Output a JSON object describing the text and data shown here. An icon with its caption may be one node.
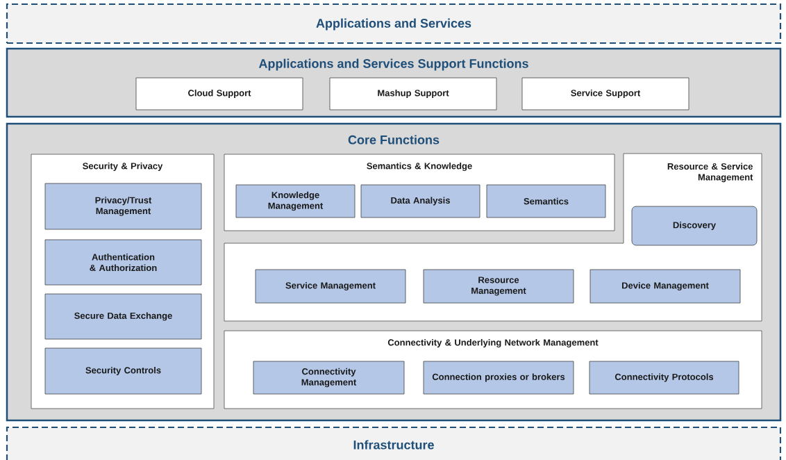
{
  "diagram": {
    "nodes": [
      {
        "text": [
          "Applications and Services"
        ]
      },
      {
        "text": [
          "Applications and Services Support Functions"
        ]
      },
      {
        "text": [
          "Cloud Support"
        ],
        "in": 1
      },
      {
        "text": [
          "Mashup Support"
        ],
        "in": 1
      },
      {
        "text": [
          "Service Support"
        ],
        "in": 1
      },
      {
        "text": [
          "Core Functions"
        ]
      },
      {
        "text": [
          "Security & Privacy"
        ],
        "in": 5
      },
      {
        "text": [
          "Privacy/Trust Management"
        ],
        "in": 6
      },
      {
        "text": [
          "Authentication & Authorization"
        ],
        "in": 6
      },
      {
        "text": [
          "Secure Data Exchange"
        ],
        "in": 6
      },
      {
        "text": [
          "Security Controls"
        ],
        "in": 6
      },
      {
        "text": [
          "Semantics & Knowledge"
        ],
        "in": 5
      },
      {
        "text": [
          "Knowledge Management"
        ],
        "in": 11
      },
      {
        "text": [
          "Data Analysis"
        ],
        "in": 11
      },
      {
        "text": [
          "Semantics"
        ],
        "in": 11
      },
      {
        "text": [
          "Resource & Service Management"
        ],
        "in": 5
      },
      {
        "text": [
          "Discovery"
        ],
        "in": 15
      },
      {
        "text": [
          "Service Management"
        ],
        "in": 15
      },
      {
        "text": [
          "Resource Management"
        ],
        "in": 15
      },
      {
        "text": [
          "Device Management"
        ],
        "in": 15
      },
      {
        "text": [
          "Connectivity & Underlying Network Management"
        ],
        "in": 5
      },
      {
        "text": [
          "Connectivity Management"
        ],
        "in": 20
      },
      {
        "text": [
          "Connection proxies or brokers"
        ],
        "in": 20
      },
      {
        "text": [
          "Connectivity Protocols"
        ],
        "in": 20
      },
      {
        "text": [
          "Infrastructure"
        ]
      }
    ]
  }
}
